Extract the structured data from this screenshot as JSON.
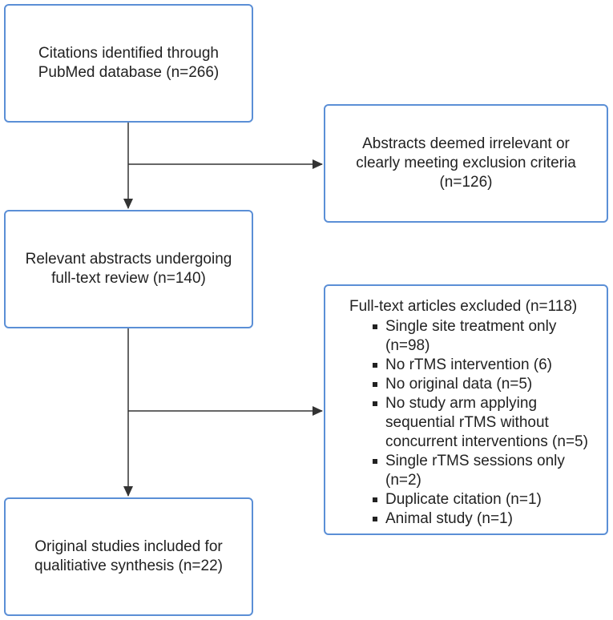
{
  "boxes": {
    "citations": {
      "lines": [
        "Citations identified through",
        "PubMed database (n=266)"
      ]
    },
    "abstracts_excluded": {
      "lines": [
        "Abstracts deemed irrelevant or",
        "clearly meeting exclusion criteria",
        "(n=126)"
      ]
    },
    "relevant_abstracts": {
      "lines": [
        "Relevant abstracts undergoing",
        "full-text review (n=140)"
      ]
    },
    "fulltext_excluded": {
      "title": "Full-text articles excluded (n=118)",
      "items": [
        {
          "lines": [
            "Single site treatment only",
            "(n=98)"
          ]
        },
        {
          "lines": [
            "No rTMS intervention (6)"
          ]
        },
        {
          "lines": [
            "No original data (n=5)"
          ]
        },
        {
          "lines": [
            "No study arm applying",
            "sequential rTMS without",
            "concurrent interventions (n=5)"
          ]
        },
        {
          "lines": [
            "Single rTMS sessions only",
            "(n=2)"
          ]
        },
        {
          "lines": [
            "Duplicate citation (n=1)"
          ]
        },
        {
          "lines": [
            "Animal study (n=1)"
          ]
        }
      ]
    },
    "included": {
      "lines": [
        "Original studies included for",
        "qualitiative synthesis (n=22)"
      ]
    }
  },
  "colors": {
    "box_border": "#5b8fd6",
    "arrow": "#333333",
    "text": "#222222"
  }
}
